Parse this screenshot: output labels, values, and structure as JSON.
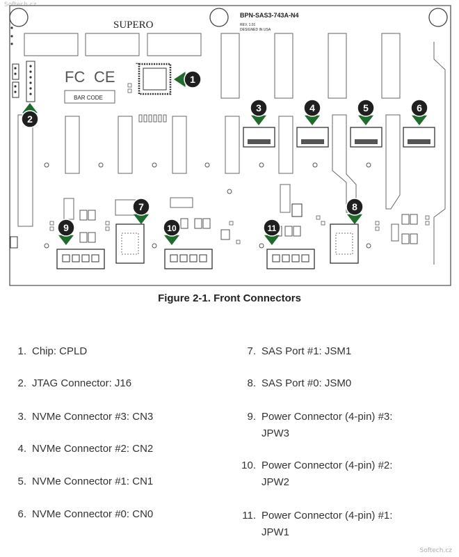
{
  "watermark_top": "Softech.cz",
  "watermark_bottom": "Softech.cz",
  "board": {
    "brand": "SUPERO",
    "model": "BPN-SAS3-743A-N4",
    "rev": "REV.  1.01",
    "origin": "DESIGNED IN USA",
    "fcc": "FC",
    "ce": "CE",
    "barcode": "BAR CODE"
  },
  "figure_caption": "Figure 2-1. Front Connectors",
  "callouts": [
    "1",
    "2",
    "3",
    "4",
    "5",
    "6",
    "7",
    "8",
    "9",
    "10",
    "11"
  ],
  "legend": [
    {
      "num": "1.",
      "text": "Chip: CPLD"
    },
    {
      "num": "2.",
      "text": "JTAG Connector: J16"
    },
    {
      "num": "3.",
      "text": "NVMe Connector #3: CN3"
    },
    {
      "num": "4.",
      "text": "NVMe Connector #2: CN2"
    },
    {
      "num": "5.",
      "text": "NVMe Connector #1: CN1"
    },
    {
      "num": "6.",
      "text": "NVMe Connector #0: CN0"
    },
    {
      "num": "7.",
      "text": "SAS Port #1: JSM1"
    },
    {
      "num": "8.",
      "text": "SAS Port #0: JSM0"
    },
    {
      "num": "9.",
      "text": "Power Connector (4-pin) #3:",
      "text2": "JPW3"
    },
    {
      "num": "10.",
      "text": "Power Connector (4-pin) #2:",
      "text2": "JPW2"
    },
    {
      "num": "11.",
      "text": "Power Connector (4-pin) #1:",
      "text2": "JPW1"
    }
  ],
  "colors": {
    "callout": "#1f1f1f",
    "arrow": "#1e6b2c",
    "board_line": "#555555"
  }
}
